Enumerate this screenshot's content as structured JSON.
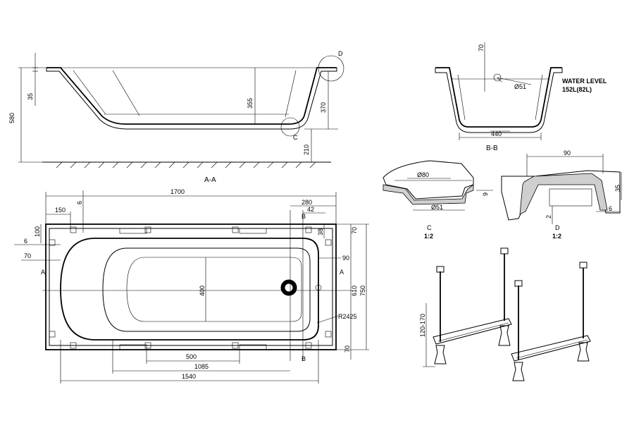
{
  "views": {
    "section_aa": {
      "label": "A-A",
      "dims": {
        "overall_height": "580",
        "rim": "35",
        "depth": "355",
        "end_depth": "370",
        "floor_gap": "210"
      },
      "markers": {
        "detail_d": "D",
        "detail_c": "C"
      }
    },
    "section_bb": {
      "label": "B-B",
      "dims": {
        "top": "70",
        "drain": "Ø51",
        "width": "440"
      },
      "water_level": {
        "line1": "WATER LEVEL",
        "line2": "152L(82L)"
      }
    },
    "plan": {
      "dims": {
        "length": "1700",
        "left_offset": "150",
        "top_small": "6",
        "left_small": "6",
        "left_seventy": "70",
        "left_hundred": "100",
        "right_280": "280",
        "right_42": "42",
        "right_38": "38",
        "right_70_top": "70",
        "right_90": "90",
        "width_610": "610",
        "width_750": "750",
        "radius": "R2425",
        "right_70_bottom": "70",
        "bottom_500": "500",
        "bottom_1085": "1085",
        "bottom_1540": "1540",
        "interior_400": "400"
      },
      "section_marks": {
        "a_left": "A",
        "a_right": "A",
        "b_top": "B",
        "b_bottom": "B"
      }
    },
    "detail_c": {
      "dims": {
        "top": "Ø80",
        "side": "9",
        "bottom": "Ø51"
      },
      "label": "C",
      "scale": "1:2"
    },
    "detail_d": {
      "dims": {
        "width": "90",
        "height": "35",
        "small": "2",
        "right": "6"
      },
      "label": "D",
      "scale": "1:2"
    },
    "legs": {
      "adjust_range": "120-170"
    }
  }
}
